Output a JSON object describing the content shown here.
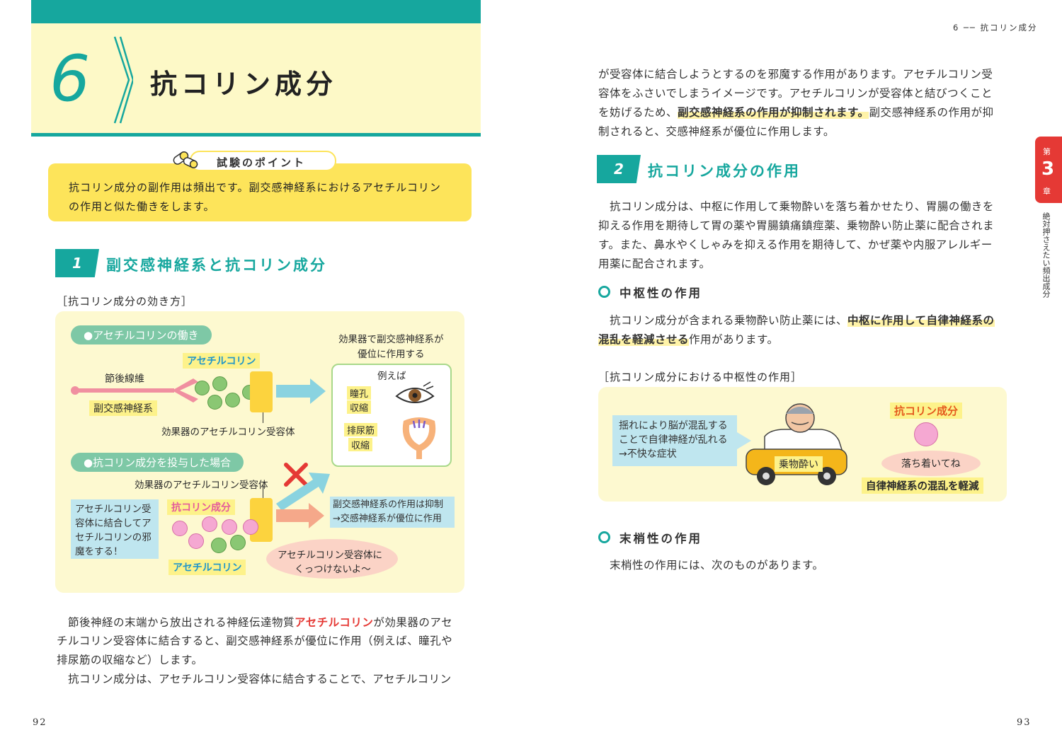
{
  "left": {
    "chapter_number": "6",
    "chapter_title": "抗コリン成分",
    "point_label": "試験のポイント",
    "point_text_1": "抗コリン成分の副作用は頻出です。副交感神経系におけるアセチルコリン",
    "point_text_2": "の作用と似た働きをします。",
    "sec1_num": "1",
    "sec1_title": "副交感神経系と抗コリン成分",
    "fig1_caption": "［抗コリン成分の効き方］",
    "fig1": {
      "pill1": "●アセチルコリンの働き",
      "ach_label_top": "アセチルコリン",
      "nerve_label": "節後線維",
      "parasym_label": "副交感神経系",
      "receptor_label_1": "効果器のアセチルコリン受容体",
      "effect_top_1": "効果器で副交感神経系が",
      "effect_top_2": "優位に作用する",
      "example_label": "例えば",
      "pupil_1": "瞳孔",
      "pupil_2": "収縮",
      "bladder_1": "排尿筋",
      "bladder_2": "収縮",
      "pill2": "●抗コリン成分を投与した場合",
      "receptor_label_2": "効果器のアセチルコリン受容体",
      "anti_label": "抗コリン成分",
      "blue_box_1": "アセチルコリン受",
      "blue_box_2": "容体に結合してア",
      "blue_box_3": "セチルコリンの邪",
      "blue_box_4": "魔をする！",
      "result_1": "副交感神経系の作用は抑制",
      "result_2": "→交感神経系が優位に作用",
      "ach_label_bottom": "アセチルコリン",
      "bubble_1": "アセチルコリン受容体に",
      "bubble_2": "くっつけないよ〜"
    },
    "p1_l1_a": "節後神経の末端から放出される神経伝達物質",
    "p1_l1_red": "アセチルコリン",
    "p1_l1_b": "が効果器のアセ",
    "p1_l2": "チルコリン受容体に結合すると、副交感神経系が優位に作用（例えば、瞳孔や",
    "p1_l3": "排尿筋の収縮など）します。",
    "p2_l1": "抗コリン成分は、アセチルコリン受容体に結合することで、アセチルコリン",
    "page_number": "92"
  },
  "right": {
    "running_head": "6 ── 抗コリン成分",
    "r_l1": "が受容体に結合しようとするのを邪魔する作用があります。アセチルコリン受",
    "r_l2": "容体をふさいでしまうイメージです。アセチルコリンが受容体と結びつくこと",
    "r_l3_a": "を妨げるため、",
    "r_l3_hl": "副交感神経系の作用が抑制されます。",
    "r_l3_b": "副交感神経系の作用が抑",
    "r_l4": "制されると、交感神経系が優位に作用します。",
    "sec2_num": "2",
    "sec2_title": "抗コリン成分の作用",
    "s2_l1": "抗コリン成分は、中枢に作用して乗物酔いを落ち着かせたり、胃腸の働きを",
    "s2_l2": "抑える作用を期待して胃の薬や胃腸鎮痛鎮痙薬、乗物酔い防止薬に配合されま",
    "s2_l3": "す。また、鼻水やくしゃみを抑える作用を期待して、かぜ薬や内服アレルギー",
    "s2_l4": "用薬に配合されます。",
    "central_heading": "中枢性の作用",
    "c_l1_a": "抗コリン成分が含まれる乗物酔い防止薬には、",
    "c_l1_hl": "中枢に作用して自律神経系の",
    "c_l2_hl": "混乱を軽減させる",
    "c_l2_b": "作用があります。",
    "fig2_caption": "［抗コリン成分における中枢性の作用］",
    "fig2": {
      "blue_1": "揺れにより脳が混乱する",
      "blue_2": "ことで自律神経が乱れる",
      "blue_3": "→不快な症状",
      "car_label": "乗物酔い",
      "anti_label": "抗コリン成分",
      "calm": "落ち着いてね",
      "reduce": "自律神経系の混乱を軽減"
    },
    "peripheral_heading": "末梢性の作用",
    "p_l1": "末梢性の作用には、次のものがあります。",
    "tab_ch_a": "第",
    "tab_ch_num": "3",
    "tab_ch_b": "章",
    "tab_side": "絶対押さえたい頻出成分",
    "page_number": "93"
  }
}
